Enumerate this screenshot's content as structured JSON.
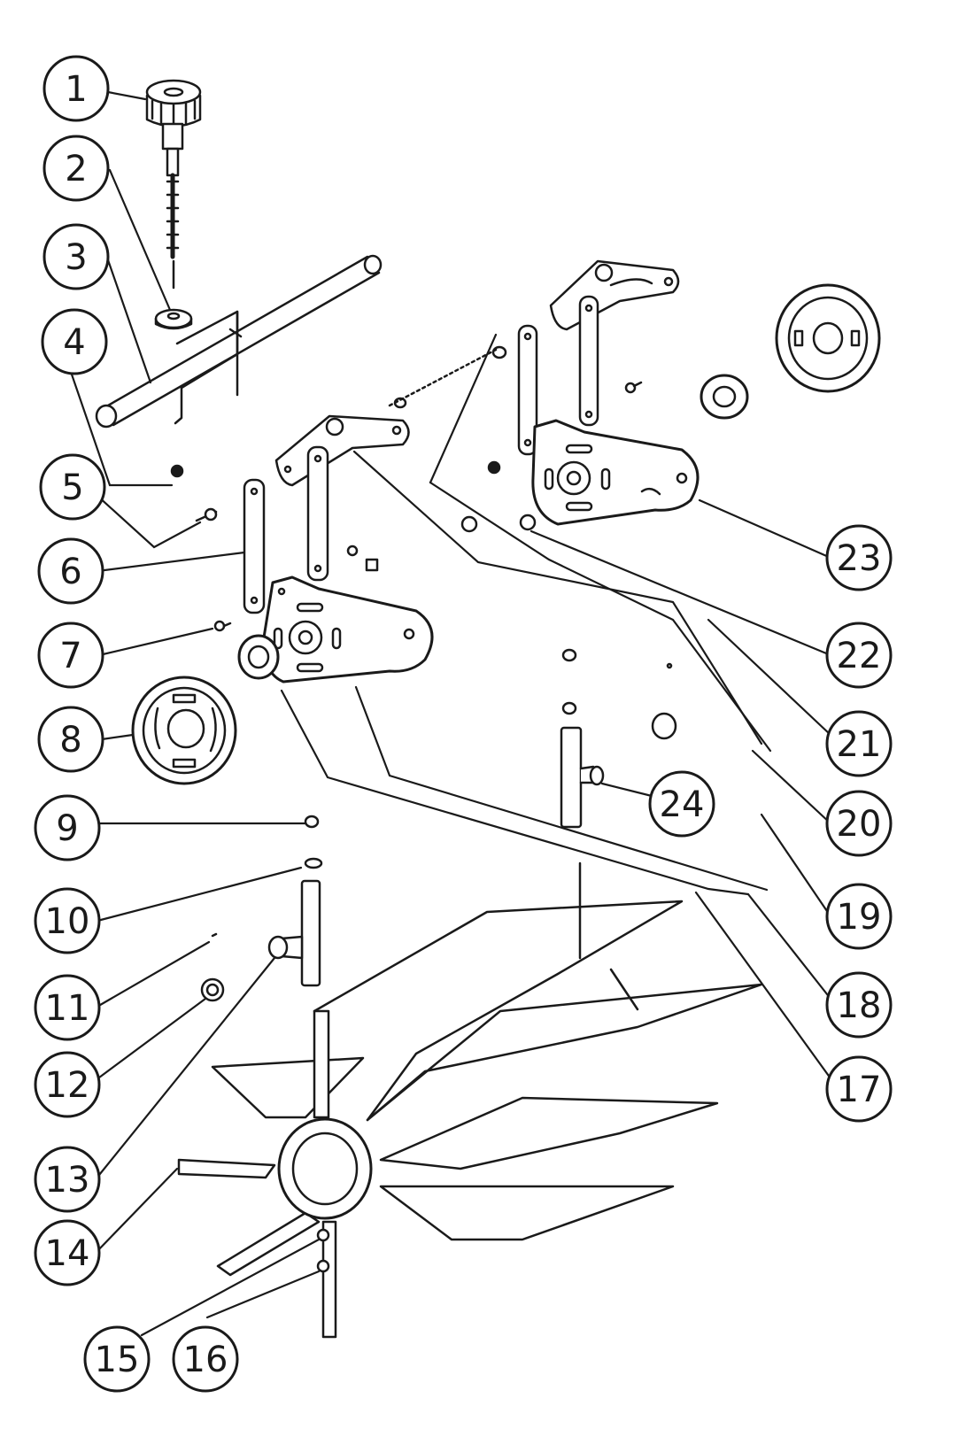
{
  "diagram": {
    "kind": "exploded-parts-diagram",
    "callouts": [
      {
        "id": "c1",
        "label": "1"
      },
      {
        "id": "c2",
        "label": "2"
      },
      {
        "id": "c3",
        "label": "3"
      },
      {
        "id": "c4",
        "label": "4"
      },
      {
        "id": "c5",
        "label": "5"
      },
      {
        "id": "c6",
        "label": "6"
      },
      {
        "id": "c7",
        "label": "7"
      },
      {
        "id": "c8",
        "label": "8"
      },
      {
        "id": "c9",
        "label": "9"
      },
      {
        "id": "c10",
        "label": "10"
      },
      {
        "id": "c11",
        "label": "11"
      },
      {
        "id": "c12",
        "label": "12"
      },
      {
        "id": "c13",
        "label": "13"
      },
      {
        "id": "c14",
        "label": "14"
      },
      {
        "id": "c15",
        "label": "15"
      },
      {
        "id": "c16",
        "label": "16"
      },
      {
        "id": "c17",
        "label": "17"
      },
      {
        "id": "c18",
        "label": "18"
      },
      {
        "id": "c19",
        "label": "19"
      },
      {
        "id": "c20",
        "label": "20"
      },
      {
        "id": "c21",
        "label": "21"
      },
      {
        "id": "c22",
        "label": "22"
      },
      {
        "id": "c23",
        "label": "23"
      },
      {
        "id": "c24",
        "label": "24"
      }
    ]
  }
}
